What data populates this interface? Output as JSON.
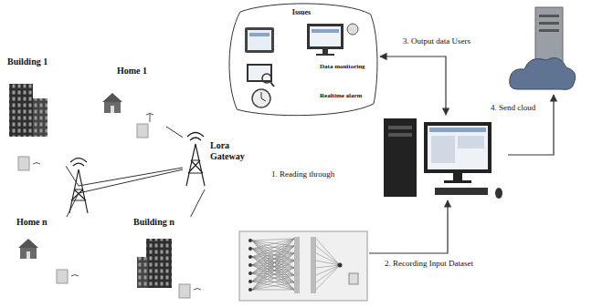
{
  "diagram": {
    "nodes": [
      {
        "text": [
          "Building 1"
        ]
      },
      {
        "text": [
          "Home 1"
        ]
      },
      {
        "text": [
          "Lora Gateway"
        ]
      },
      {
        "text": [
          "Home n"
        ]
      },
      {
        "text": [
          "Building n"
        ]
      },
      {
        "text": [
          "Issues"
        ]
      },
      {
        "text": [
          "Data monitoring"
        ],
        "in": 5
      },
      {
        "text": [
          "Realtime alarm"
        ],
        "in": 5
      }
    ],
    "edges": [
      {
        "from": 0,
        "to": 2,
        "arrow": "none"
      },
      {
        "from": 1,
        "to": 2,
        "arrow": "none"
      },
      {
        "from": 3,
        "to": 2,
        "arrow": "none"
      },
      {
        "from": 4,
        "to": 2,
        "arrow": "none"
      }
    ],
    "labels": [
      "1. Reading through",
      "2. Recording Input Dataset",
      "3. Output data Users",
      "4. Send cloud"
    ]
  }
}
